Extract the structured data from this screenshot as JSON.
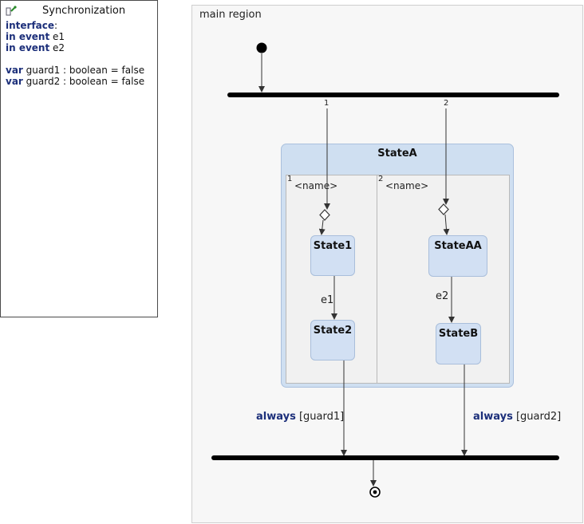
{
  "definition": {
    "title": "Synchronization",
    "icon": "statechart-definition-icon",
    "lines": [
      {
        "kw": "interface",
        "rest": ":"
      },
      {
        "kw": "in event",
        "rest": " e1"
      },
      {
        "kw": "in event",
        "rest": " e2"
      },
      {
        "kw": "",
        "rest": ""
      },
      {
        "kw": "var",
        "rest": " guard1 : boolean = false"
      },
      {
        "kw": "var",
        "rest": " guard2 : boolean = false"
      }
    ]
  },
  "region": {
    "label": "main region"
  },
  "composite": {
    "name": "StateA",
    "subregions": [
      {
        "number": "1",
        "name": "<name>"
      },
      {
        "number": "2",
        "name": "<name>"
      }
    ]
  },
  "states": {
    "state1": "State1",
    "state2": "State2",
    "stateAA": "StateAA",
    "stateB": "StateB"
  },
  "transitions": {
    "fork_out_1": "1",
    "fork_out_2": "2",
    "e1": "e1",
    "e2": "e2",
    "guard1": {
      "kw": "always",
      "rest": " [guard1]"
    },
    "guard2": {
      "kw": "always",
      "rest": " [guard2]"
    }
  },
  "colors": {
    "keyword": "#1c2f7a",
    "state_fill": "#d2e0f3",
    "state_border": "#a9bedb",
    "region_fill": "#f7f7f7"
  }
}
